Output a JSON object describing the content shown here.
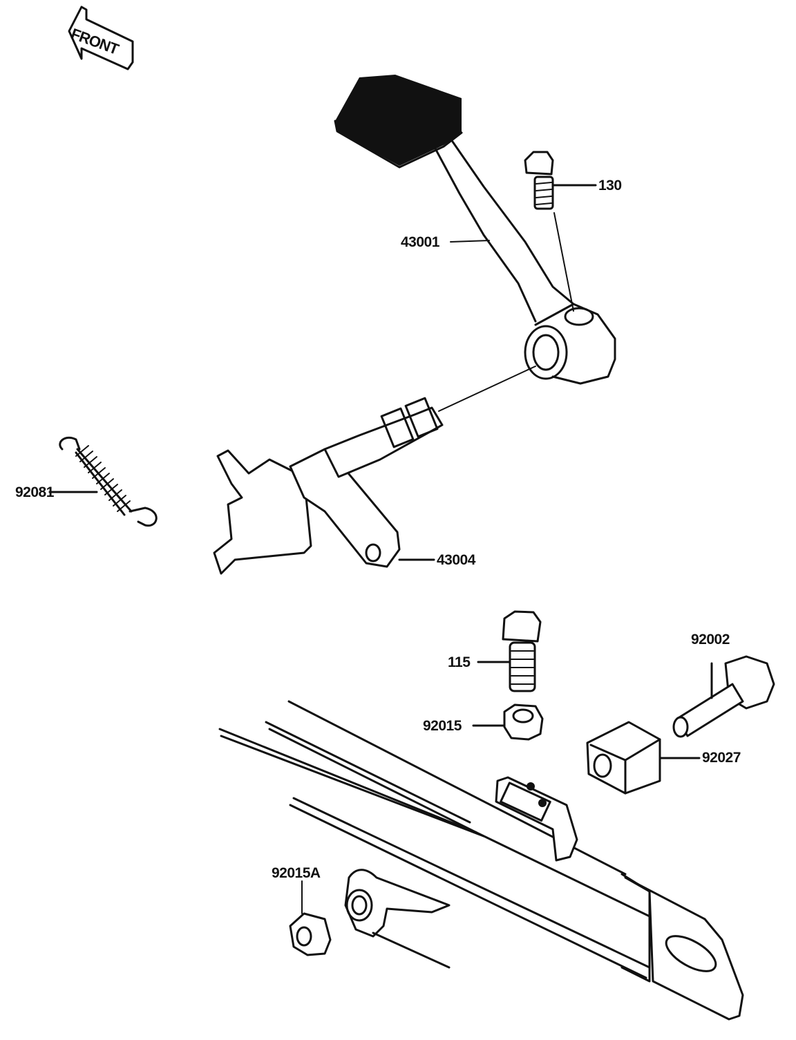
{
  "diagram": {
    "type": "exploded-parts-diagram",
    "subject": "rear brake pedal assembly",
    "orientation_marker": {
      "text": "FRONT",
      "icon": "front-arrow-icon"
    },
    "colors": {
      "ink": "#111111",
      "background": "#ffffff"
    },
    "parts": [
      {
        "ref": "43001",
        "label": "43001",
        "part": "brake pedal"
      },
      {
        "ref": "130",
        "label": "130",
        "part": "flange bolt"
      },
      {
        "ref": "92081",
        "label": "92081",
        "part": "return spring"
      },
      {
        "ref": "43004",
        "label": "43004",
        "part": "brake lever shaft"
      },
      {
        "ref": "115",
        "label": "115",
        "part": "bolt"
      },
      {
        "ref": "92015",
        "label": "92015",
        "part": "nut"
      },
      {
        "ref": "92002",
        "label": "92002",
        "part": "bolt"
      },
      {
        "ref": "92027",
        "label": "92027",
        "part": "collar"
      },
      {
        "ref": "92015A",
        "label": "92015A",
        "part": "nut"
      }
    ]
  }
}
